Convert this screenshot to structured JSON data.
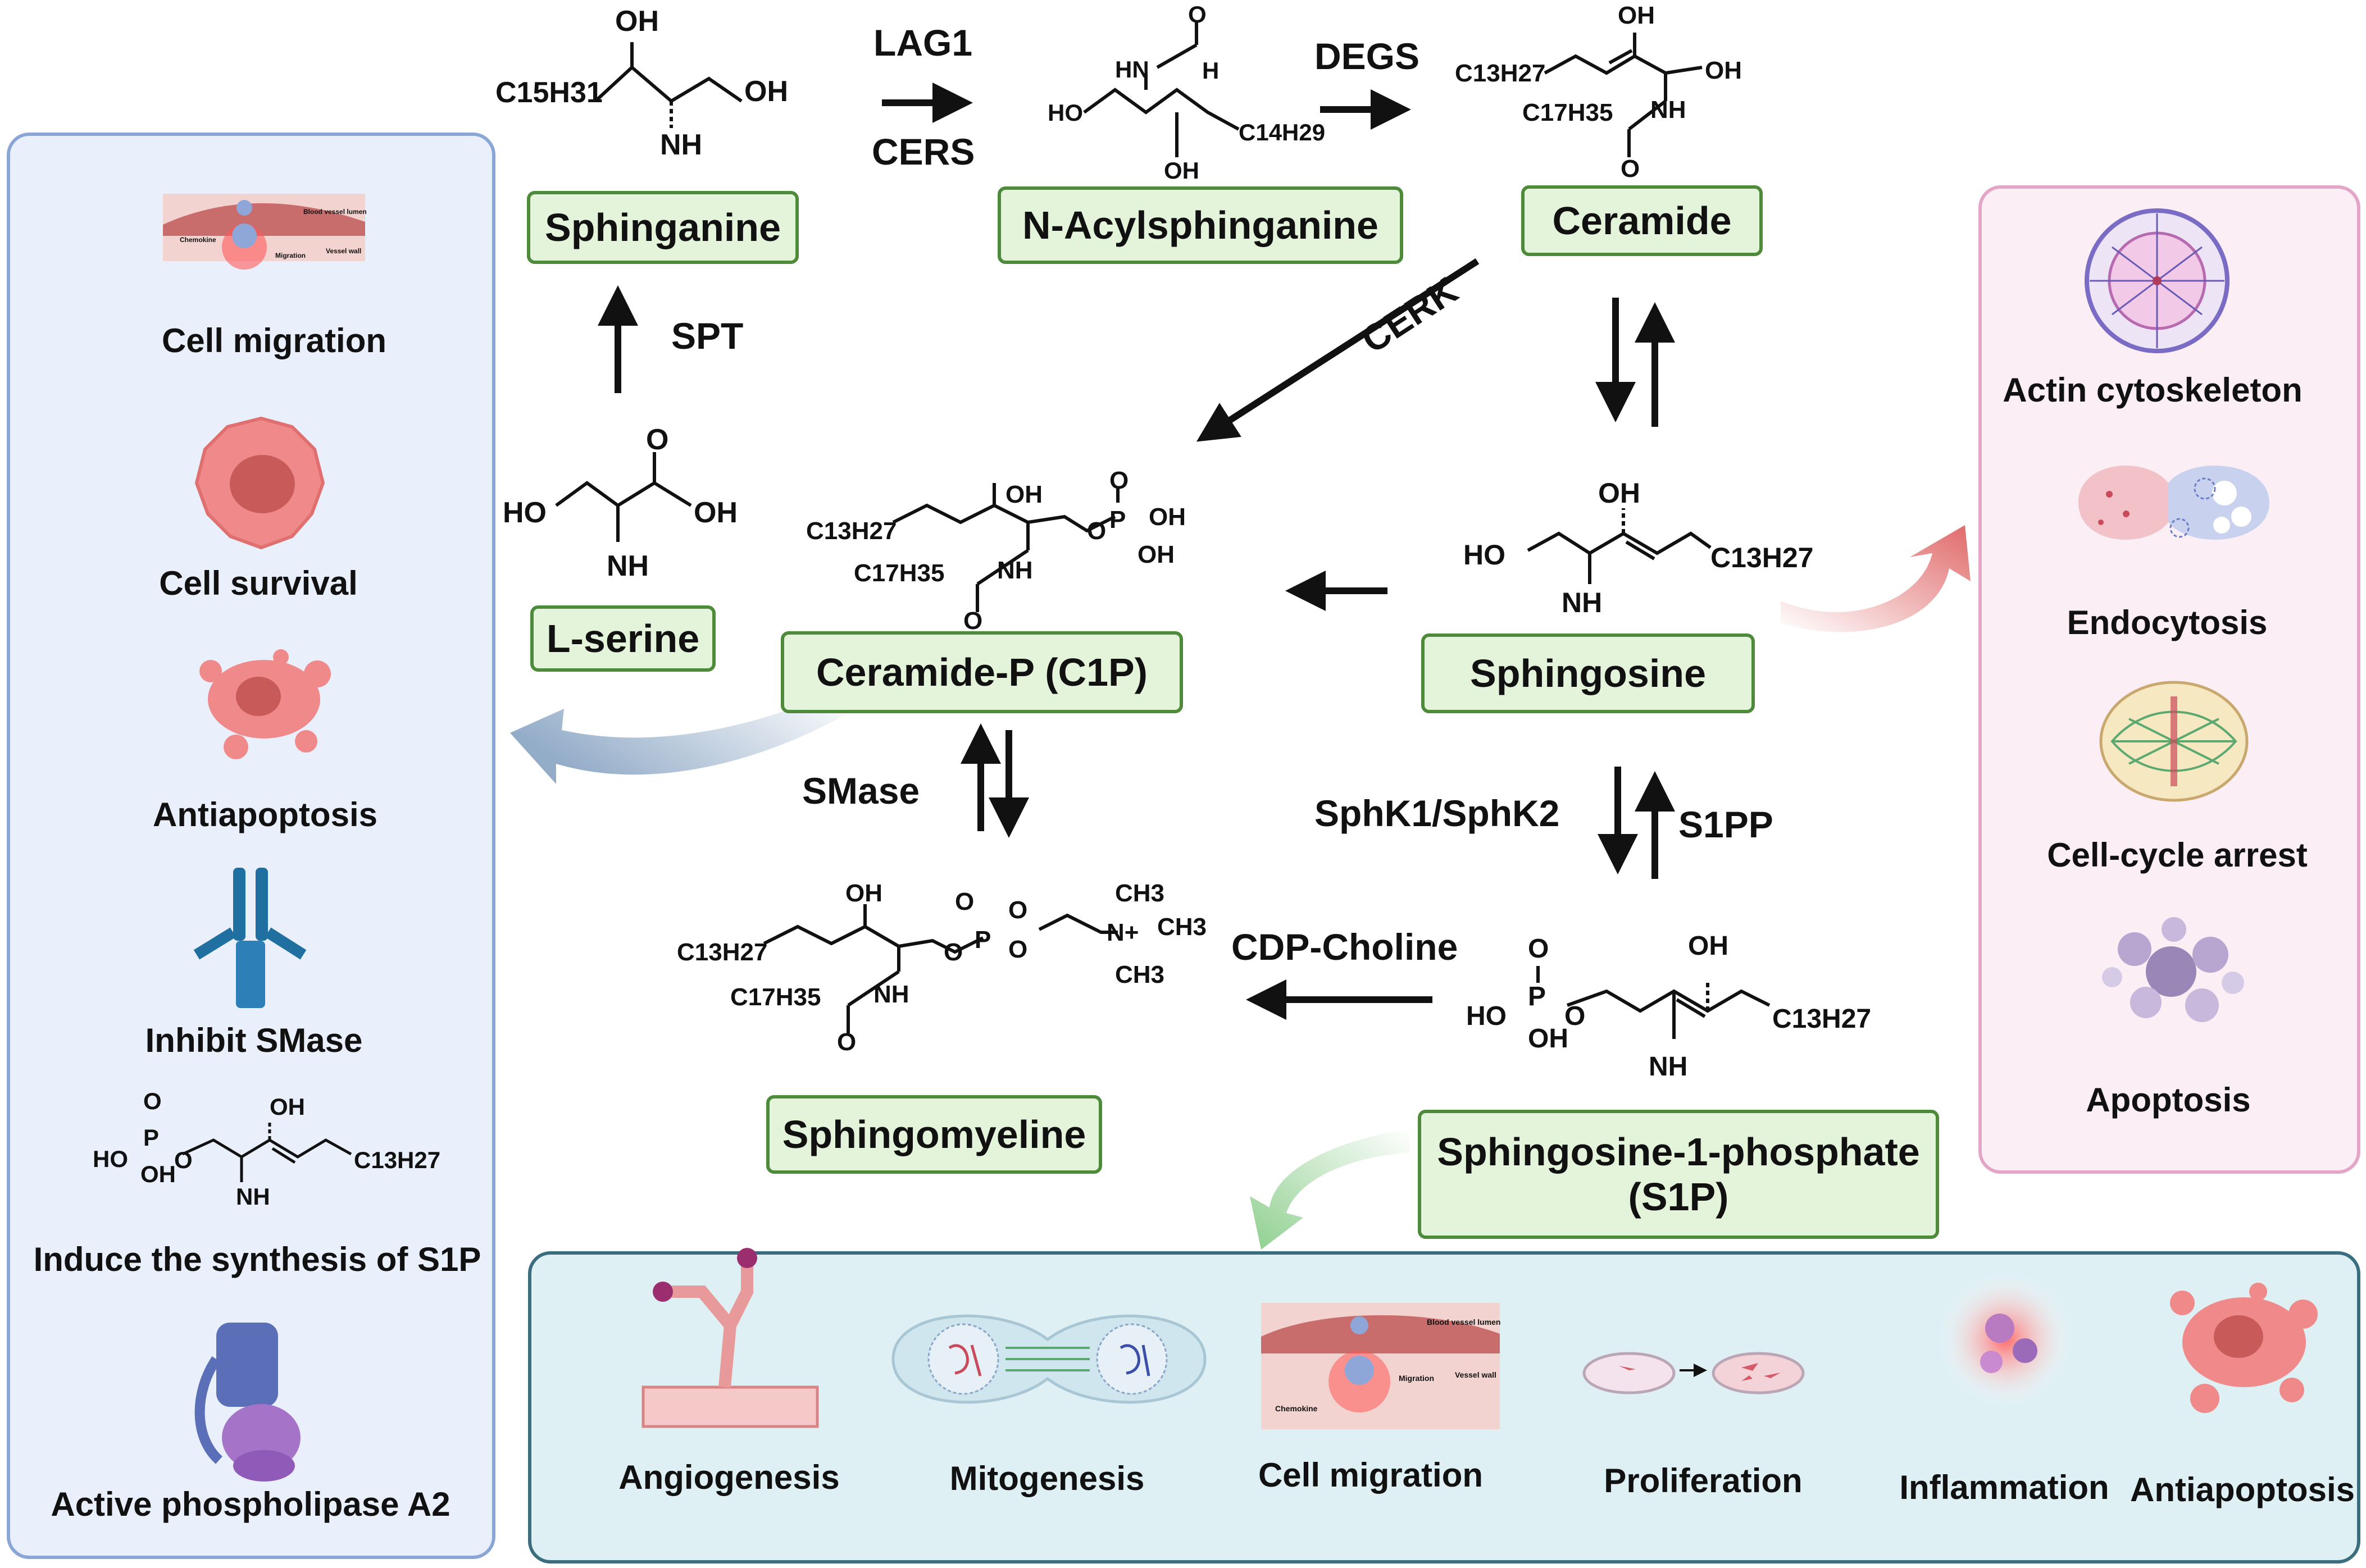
{
  "nodes": {
    "sphinganine": "Sphinganine",
    "n_acylsphinganine": "N-Acylsphinganine",
    "ceramide": "Ceramide",
    "l_serine": "L-serine",
    "ceramide_p": "Ceramide-P (C1P)",
    "sphingosine": "Sphingosine",
    "sphingomyeline": "Sphingomyeline",
    "s1p_line1": "Sphingosine-1-phosphate",
    "s1p_line2": "(S1P)"
  },
  "enzymes": {
    "lag1": "LAG1",
    "cers": "CERS",
    "degs": "DEGS",
    "spt": "SPT",
    "cerk": "CERK",
    "smase": "SMase",
    "sphk": "SphK1/SphK2",
    "s1pp": "S1PP",
    "cdp_choline": "CDP-Choline"
  },
  "left_panel": [
    "Cell migration",
    "Cell survival",
    "Antiapoptosis",
    "Inhibit SMase",
    "Induce the synthesis of S1P",
    "Active phospholipase A2"
  ],
  "right_panel": [
    "Actin cytoskeleton",
    "Endocytosis",
    "Cell-cycle arrest",
    "Apoptosis"
  ],
  "bottom_panel": [
    "Angiogenesis",
    "Mitogenesis",
    "Cell migration",
    "Proliferation",
    "Inflammation",
    "Antiapoptosis"
  ],
  "chem": {
    "oh": "OH",
    "nh2": "NH",
    "nh": "NH",
    "hn": "HN",
    "ho": "HO",
    "o": "O",
    "p": "P",
    "h": "H",
    "c15h31": "C15H31",
    "c14h29": "C14H29",
    "c13h27": "C13H27",
    "c17h35": "C17H35",
    "ch3": "CH3",
    "n_plus": "N+"
  },
  "inset": {
    "blood_vessel_lumen": "Blood vessel lumen",
    "vessel_wall": "Vessel wall",
    "migration": "Migration",
    "chemokine": "Chemokine"
  },
  "colors": {
    "node_fill": "#e4f4da",
    "node_border": "#4d8a3a",
    "left_panel_fill": "#eaf0fb",
    "right_panel_fill": "#fbeef5",
    "bottom_panel_fill": "#dff0f4"
  }
}
